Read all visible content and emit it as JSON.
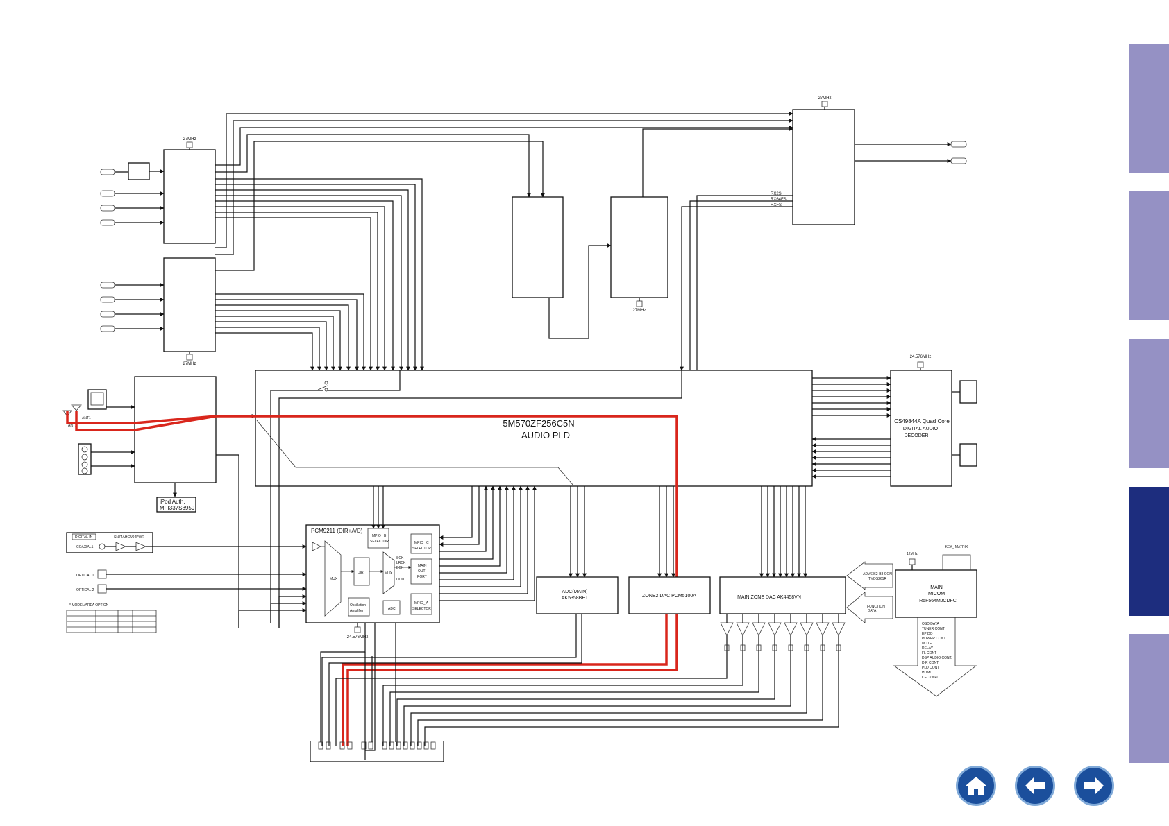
{
  "labels": {
    "audio_pld_chip": "5M570ZF256C5N",
    "audio_pld_name": "AUDIO PLD",
    "dsp_line1": "CS49844A Quad Core",
    "dsp_line2": "DIGITAL AUDIO",
    "dsp_line3": "DECODER",
    "ipod_auth_line1": "iPod Auth.",
    "ipod_auth_line2": "MFI337S3959",
    "pcm9211": "PCM9211 (DIR+A/D)",
    "adc_main_line1": "ADC(MAIN)",
    "adc_main_line2": "AK5358BET",
    "zone2_dac": "ZONE2 DAC PCM5100A",
    "main_zone_dac": "MAIN ZONE DAC AK4458VN",
    "main_micom_line1": "MAIN",
    "main_micom_line2": "MICOM",
    "main_micom_line3": "R5F564MJCDFC",
    "digital_in": "DIGITAL IN",
    "sn74": "SN74AHCU04PWR",
    "coaxial1": "COAXIAL1",
    "optical1": "OPTICAL 1",
    "optical2": "OPTICAL 2",
    "model_option": "* MODEL/AREA OPTION",
    "mux1": "MUX",
    "mux2": "MUX",
    "dir": "DIR",
    "osc_line1": "Oscillation",
    "osc_line2": "Amplifier",
    "adc_small": "ADC",
    "mpio_b_line1": "MPIO_ B",
    "mpio_b_line2": "SELECTOR",
    "mpio_c_line1": "MPIO_ C",
    "mpio_c_line2": "SELECTOR",
    "mpio_a_line1": "MPIO_ A",
    "mpio_a_line2": "SELECTOR",
    "main_out_line1": "MAIN",
    "main_out_line2": "OUT",
    "main_out_line3": "PORT",
    "sck": "SCK",
    "lrck": "LRCK",
    "bck": "BCK",
    "dout": "DOUT",
    "ant1": "ANT1",
    "ant2": "ANT2",
    "xtal_27_a": "27MHz",
    "xtal_27_b": "27MHz",
    "xtal_27_c": "27MHz",
    "xtal_27_d": "27MHz",
    "xtal_24576_a": "24.576MHz",
    "xtal_24576_b": "24.576MHz",
    "xtal_12": "12MHz",
    "key_matrix": "KEY_ MATRIX",
    "hdmi_sig1": "RX2S",
    "hdmi_sig2": "RX64FS",
    "hdmi_sig3": "RXFS",
    "adv_con_line1": "ADV6362-B8 CON",
    "adv_con_line2": "TMDS261R",
    "function_line1": "FUNCTION",
    "function_line2": "DATA",
    "micom_outputs": [
      "OSD DATA",
      "TUNER CONT",
      "EPIDO",
      "POWER CONT",
      "MUTE",
      "RELAY",
      "FL CONT",
      "DSP AUDIO CONT.",
      "DIR CONT.",
      "PLD CONT",
      "HDMI",
      "CEC / NFD"
    ]
  },
  "colors": {
    "signal_path": "#d9261c",
    "tab": "#9591c4",
    "tab_active": "#1d2d7e",
    "nav_button": "#1b4f9c"
  },
  "navigation": {
    "home_icon": "home-icon",
    "back_icon": "arrow-left-icon",
    "forward_icon": "arrow-right-icon"
  }
}
